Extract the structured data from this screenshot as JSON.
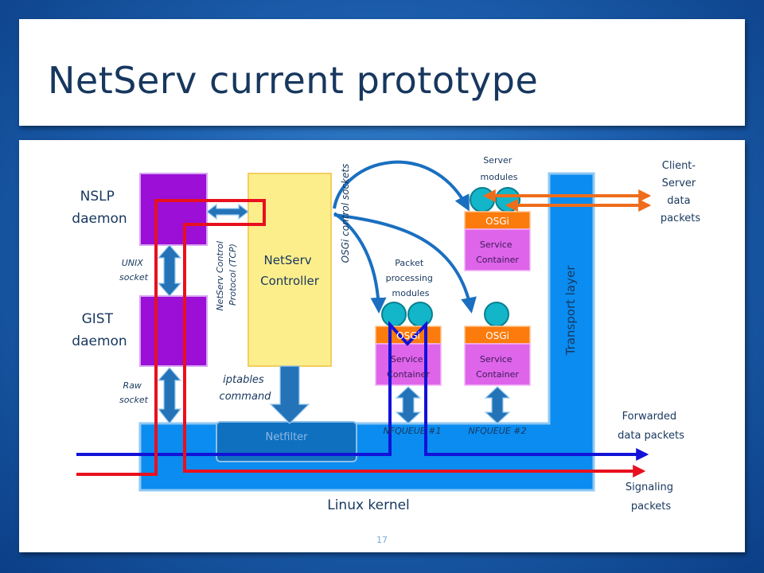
{
  "slide": {
    "title": "NetServ current prototype",
    "page_number": "17"
  },
  "diagram": {
    "nslp": [
      "NSLP",
      "daemon"
    ],
    "gist": [
      "GIST",
      "daemon"
    ],
    "unix_socket": [
      "UNIX",
      "socket"
    ],
    "raw_socket": [
      "Raw",
      "socket"
    ],
    "controller": [
      "NetServ",
      "Controller"
    ],
    "control_protocol": [
      "NetServ Control",
      "Protocol (TCP)"
    ],
    "osgi_sockets": "OSGi control sockets",
    "iptables": [
      "iptables",
      "command"
    ],
    "netfilter": "Netfilter",
    "linux_kernel": "Linux kernel",
    "transport_layer": "Transport layer",
    "server_modules": [
      "Server",
      "modules"
    ],
    "packet_modules": [
      "Packet",
      "processing",
      "modules"
    ],
    "osgi": "OSGi",
    "service_container": [
      "Service",
      "Container"
    ],
    "nfqueue1": "NFQUEUE #1",
    "nfqueue2": "NFQUEUE #2",
    "client_server": [
      "Client-",
      "Server",
      "data",
      "packets"
    ],
    "forwarded": [
      "Forwarded",
      "data packets"
    ],
    "signaling": [
      "Signaling",
      "packets"
    ]
  },
  "colors": {
    "title": "#17375e",
    "kernel_blue": "#0a8cf0",
    "daemon_purple": "#9b0fd6",
    "controller_yellow": "#fdee8c",
    "osgi_orange": "#fb7b0c",
    "container_pink": "#de64ea",
    "module_teal": "#13b5c9",
    "signal_red": "#e8101e",
    "data_blue": "#1212d8",
    "client_orange": "#ee6d1c"
  }
}
